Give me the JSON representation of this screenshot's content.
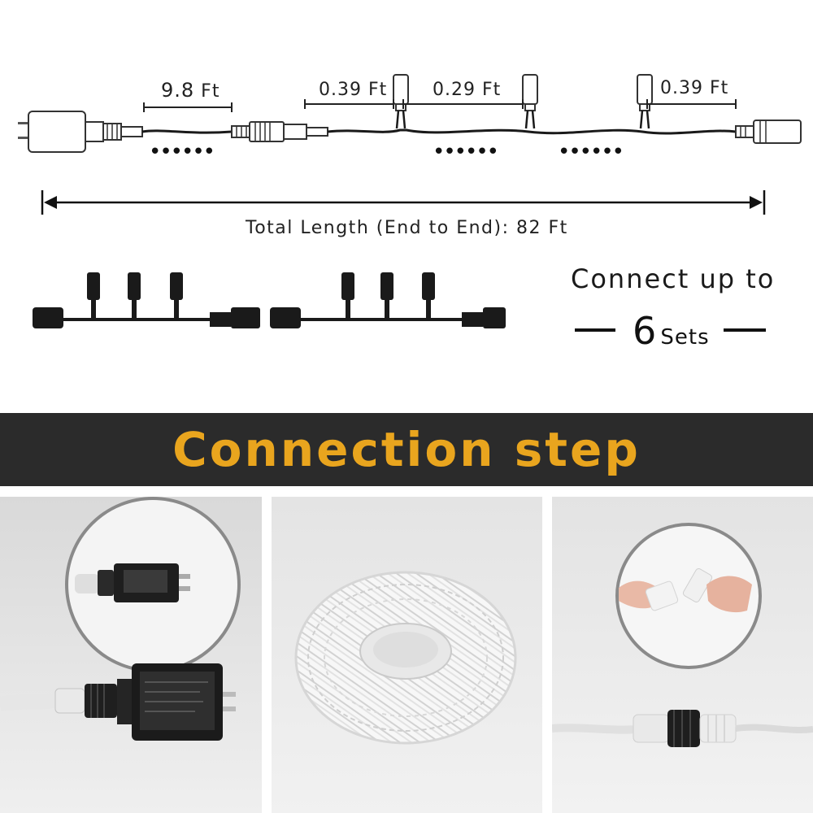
{
  "diagram": {
    "segment_lead": {
      "value": "9.8",
      "unit": "Ft"
    },
    "segment_first_gap": {
      "value": "0.39",
      "unit": "Ft"
    },
    "segment_bulb_gap": {
      "value": "0.29",
      "unit": "Ft"
    },
    "segment_last_gap": {
      "value": "0.39",
      "unit": "Ft"
    },
    "total_length": {
      "label": "Total Length (End to End):",
      "value": "82",
      "unit": "Ft"
    },
    "dots": "••••••"
  },
  "connect": {
    "title": "Connect up to",
    "count": "6",
    "unit": "Sets"
  },
  "banner": {
    "title": "Connection step"
  },
  "colors": {
    "banner_bg": "#2b2b2b",
    "banner_text": "#e9a51e",
    "wire": "#1a1a1a"
  },
  "photos": [
    {
      "name": "adapter",
      "icon": "power-adapter-icon"
    },
    {
      "name": "light-coil",
      "icon": "string-light-coil-icon"
    },
    {
      "name": "connector",
      "icon": "plug-connector-icon"
    }
  ]
}
